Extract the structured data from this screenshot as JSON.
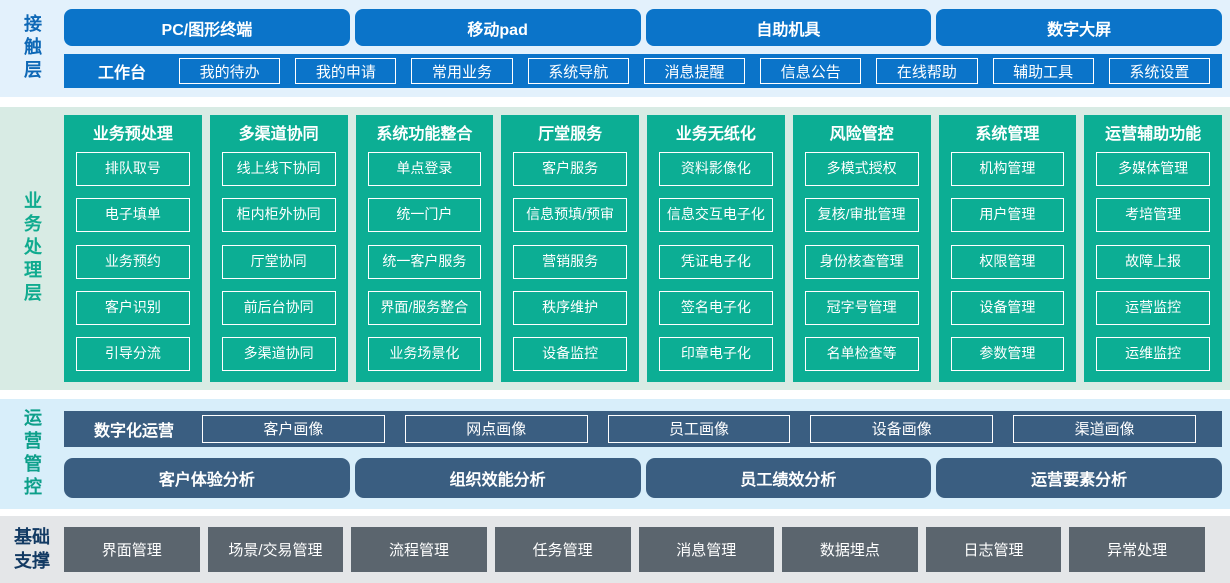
{
  "colors": {
    "blue": "#0b74c9",
    "blue-dark-text": "#0e68b6",
    "green": "#0cae94",
    "green-text": "#10ab8f",
    "teal-text": "#0d9f8a",
    "slate": "#3a5e81",
    "gray": "#5b656e",
    "navy-text": "#123a63",
    "bg-contact": "#e3f1fc",
    "bg-business": "#d8ebe4",
    "bg-operations": "#d8eefa",
    "bg-foundation": "#e4e6e8"
  },
  "contact": {
    "label": "接触层",
    "terminals": [
      "PC/图形终端",
      "移动pad",
      "自助机具",
      "数字大屏"
    ],
    "workbench": {
      "label": "工作台",
      "items": [
        "我的待办",
        "我的申请",
        "常用业务",
        "系统导航",
        "消息提醒",
        "信息公告",
        "在线帮助",
        "辅助工具",
        "系统设置"
      ]
    }
  },
  "business": {
    "label": "业务处理层",
    "columns": [
      {
        "title": "业务预处理",
        "items": [
          "排队取号",
          "电子填单",
          "业务预约",
          "客户识别",
          "引导分流"
        ]
      },
      {
        "title": "多渠道协同",
        "items": [
          "线上线下协同",
          "柜内柜外协同",
          "厅堂协同",
          "前后台协同",
          "多渠道协同"
        ]
      },
      {
        "title": "系统功能整合",
        "items": [
          "单点登录",
          "统一门户",
          "统一客户服务",
          "界面/服务整合",
          "业务场景化"
        ]
      },
      {
        "title": "厅堂服务",
        "items": [
          "客户服务",
          "信息预填/预审",
          "营销服务",
          "秩序维护",
          "设备监控"
        ]
      },
      {
        "title": "业务无纸化",
        "items": [
          "资料影像化",
          "信息交互电子化",
          "凭证电子化",
          "签名电子化",
          "印章电子化"
        ]
      },
      {
        "title": "风险管控",
        "items": [
          "多模式授权",
          "复核/审批管理",
          "身份核查管理",
          "冠字号管理",
          "名单检查等"
        ]
      },
      {
        "title": "系统管理",
        "items": [
          "机构管理",
          "用户管理",
          "权限管理",
          "设备管理",
          "参数管理"
        ]
      },
      {
        "title": "运营辅助功能",
        "items": [
          "多媒体管理",
          "考培管理",
          "故障上报",
          "运营监控",
          "运维监控"
        ]
      }
    ]
  },
  "operations": {
    "label": "运营管控",
    "digital": {
      "label": "数字化运营",
      "items": [
        "客户画像",
        "网点画像",
        "员工画像",
        "设备画像",
        "渠道画像"
      ]
    },
    "analysis": [
      "客户体验分析",
      "组织效能分析",
      "员工绩效分析",
      "运营要素分析"
    ]
  },
  "foundation": {
    "label": "基础支撑",
    "items": [
      "界面管理",
      "场景/交易管理",
      "流程管理",
      "任务管理",
      "消息管理",
      "数据埋点",
      "日志管理",
      "异常处理"
    ]
  }
}
